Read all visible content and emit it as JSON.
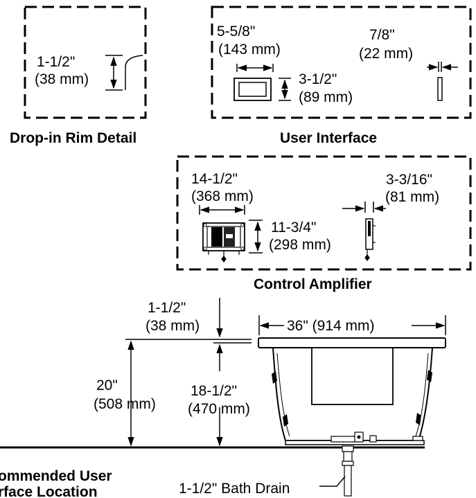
{
  "rim_detail": {
    "title": "Drop-in Rim Detail",
    "height_in": "1-1/2\"",
    "height_mm": "(38 mm)"
  },
  "user_interface": {
    "title": "User Interface",
    "width_in": "5-5/8\"",
    "width_mm": "(143 mm)",
    "height_in": "3-1/2\"",
    "height_mm": "(89 mm)",
    "depth_in": "7/8\"",
    "depth_mm": "(22 mm)"
  },
  "control_amplifier": {
    "title": "Control Amplifier",
    "width_in": "14-1/2\"",
    "width_mm": "(368 mm)",
    "height_in": "11-3/4\"",
    "height_mm": "(298 mm)",
    "depth_in": "3-3/16\"",
    "depth_mm": "(81 mm)"
  },
  "bath": {
    "rim_offset_in": "1-1/2\"",
    "rim_offset_mm": "(38 mm)",
    "width_label": "36\" (914 mm)",
    "total_height_in": "20\"",
    "total_height_mm": "(508 mm)",
    "inner_height_in": "18-1/2\"",
    "inner_height_mm": "(470 mm)",
    "drain_label": "1-1/2\" Bath Drain",
    "location_line1": "ommended User",
    "location_line2": "rface Location"
  }
}
